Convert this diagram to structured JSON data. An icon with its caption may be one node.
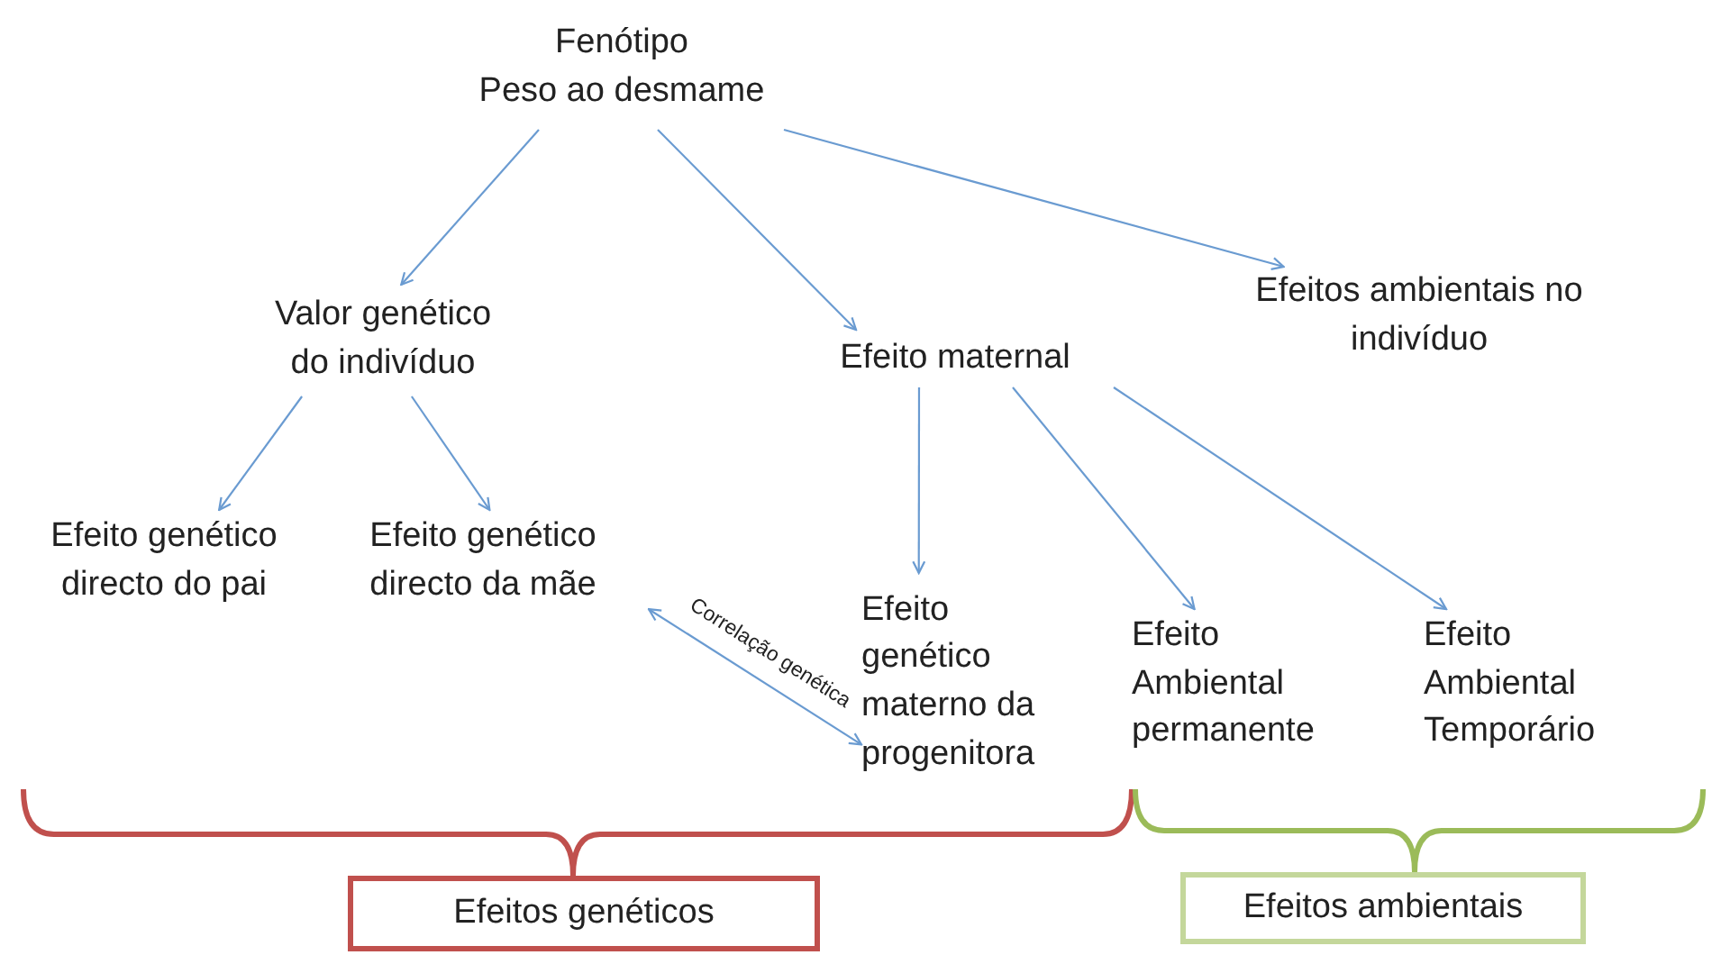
{
  "diagram": {
    "nodes": [
      {
        "text": [
          "Fenótipo",
          "Peso ao desmame"
        ]
      },
      {
        "text": [
          "Valor genético do indivíduo"
        ]
      },
      {
        "text": [
          "Efeito maternal"
        ]
      },
      {
        "text": [
          "Efeitos ambientais no indivíduo"
        ]
      },
      {
        "text": [
          "Efeito genético directo do pai"
        ]
      },
      {
        "text": [
          "Efeito genético directo da mãe"
        ]
      },
      {
        "text": [
          "Efeito genético materno da progenitora"
        ]
      },
      {
        "text": [
          "Efeito Ambiental permanente"
        ]
      },
      {
        "text": [
          "Efeito Ambiental Temporário"
        ]
      },
      {
        "text": [
          "Efeitos genéticos"
        ]
      },
      {
        "text": [
          "Efeitos ambientais"
        ]
      }
    ],
    "edges": [
      {
        "from": 0,
        "to": 1,
        "arrow": "to"
      },
      {
        "from": 0,
        "to": 2,
        "arrow": "to"
      },
      {
        "from": 0,
        "to": 3,
        "arrow": "to"
      },
      {
        "from": 1,
        "to": 4,
        "arrow": "to"
      },
      {
        "from": 1,
        "to": 5,
        "arrow": "to"
      },
      {
        "from": 2,
        "to": 6,
        "arrow": "to"
      },
      {
        "from": 2,
        "to": 7,
        "arrow": "to"
      },
      {
        "from": 2,
        "to": 8,
        "arrow": "to"
      },
      {
        "from": 5,
        "to": 6,
        "arrow": "both",
        "label": "Correlação genética"
      }
    ]
  }
}
